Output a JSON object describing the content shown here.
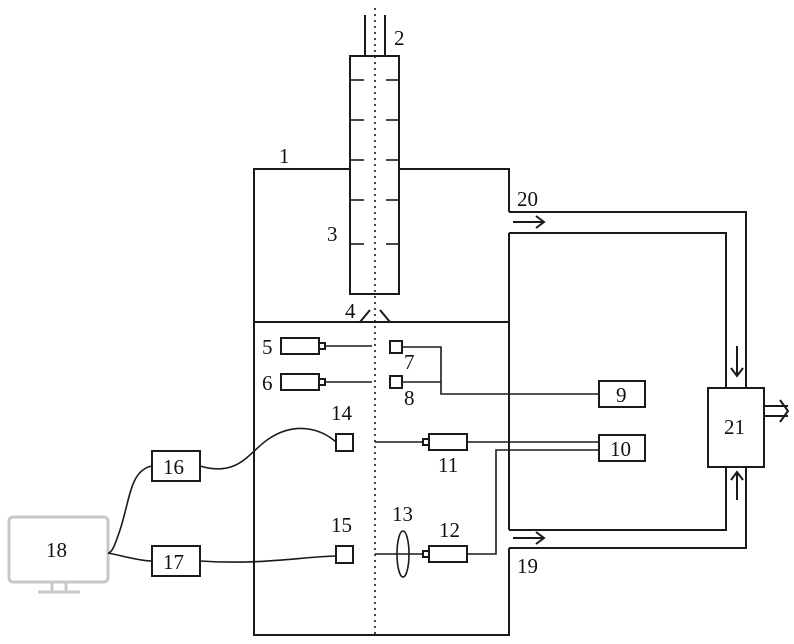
{
  "labels": {
    "n1": "1",
    "n2": "2",
    "n3": "3",
    "n4": "4",
    "n5": "5",
    "n6": "6",
    "n7": "7",
    "n8": "8",
    "n9": "9",
    "n10": "10",
    "n11": "11",
    "n12": "12",
    "n13": "13",
    "n14": "14",
    "n15": "15",
    "n16": "16",
    "n17": "17",
    "n18": "18",
    "n19": "19",
    "n20": "20",
    "n21": "21"
  },
  "colors": {
    "line": "#1a1a1a",
    "monitor": "#c8c8c8",
    "background": "#ffffff"
  }
}
